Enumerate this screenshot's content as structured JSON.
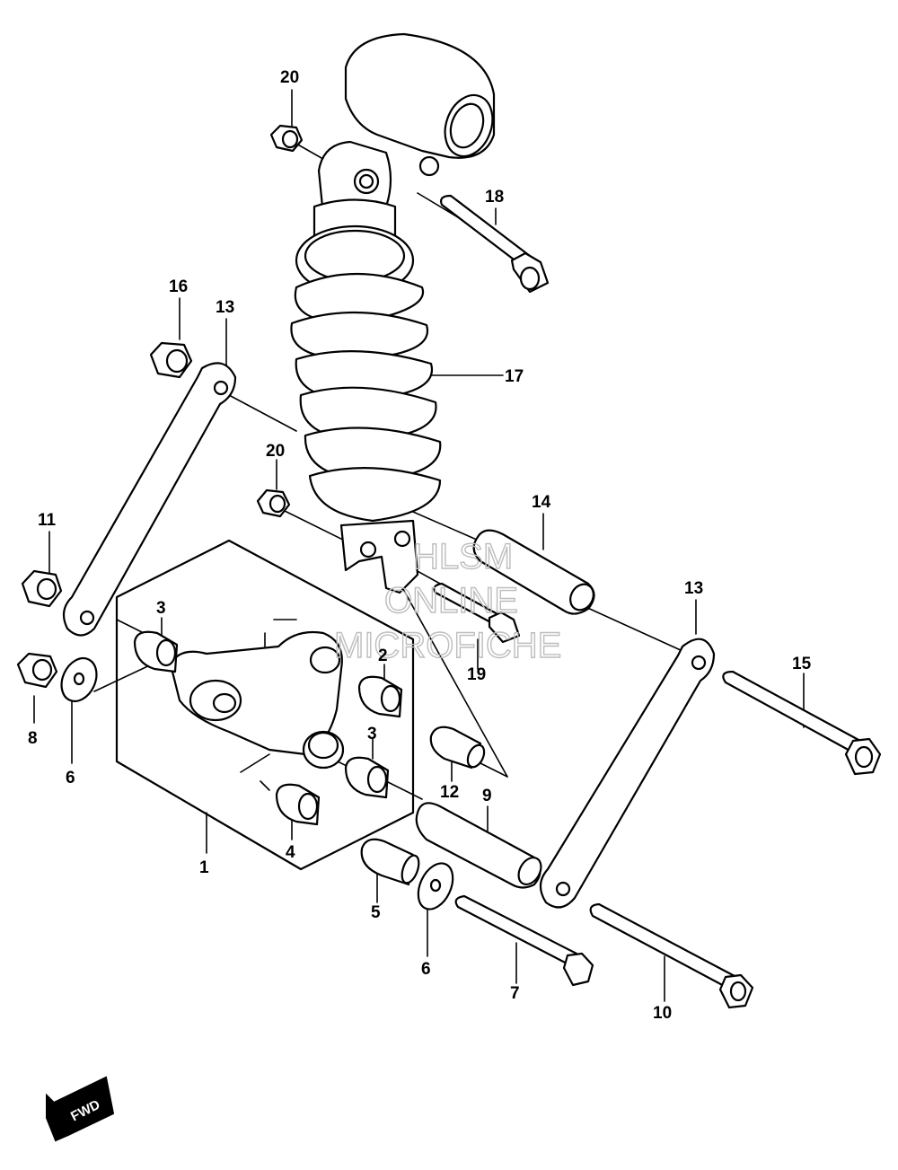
{
  "watermark": {
    "line1": "HLSM",
    "line2": "ONLINE",
    "line3": "MICROFICHE"
  },
  "direction_label": "FWD",
  "callouts": {
    "c1": "1",
    "c2": "2",
    "c3a": "3",
    "c3b": "3",
    "c4": "4",
    "c5": "5",
    "c6a": "6",
    "c6b": "6",
    "c7": "7",
    "c8": "8",
    "c9": "9",
    "c10": "10",
    "c11": "11",
    "c12": "12",
    "c13a": "13",
    "c13b": "13",
    "c14": "14",
    "c15": "15",
    "c16": "16",
    "c17": "17",
    "c18": "18",
    "c19": "19",
    "c20a": "20",
    "c20b": "20"
  }
}
